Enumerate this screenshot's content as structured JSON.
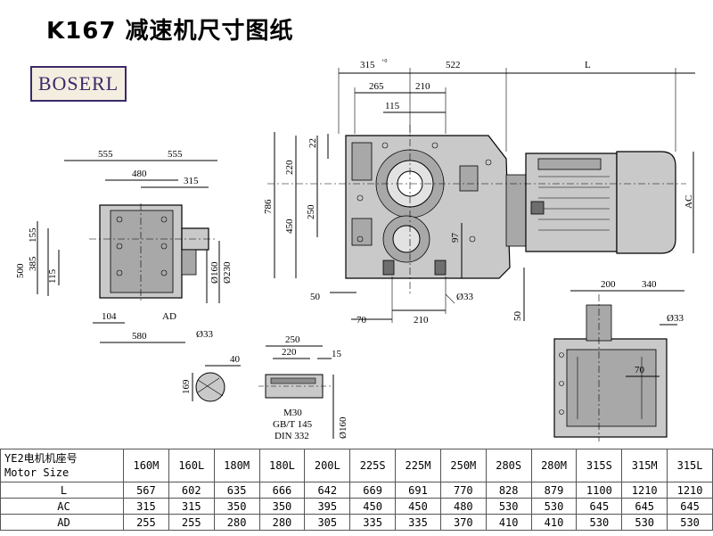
{
  "title": "K167 减速机尺寸图纸",
  "logo": "BOSERL",
  "dims": {
    "top_315": "315",
    "top_315_sup": "+0",
    "top_522": "522",
    "top_L": "L",
    "d265": "265",
    "d210a": "210",
    "d115": "115",
    "d22": "22",
    "d220": "220",
    "d786": "786",
    "d250": "250",
    "d450": "450",
    "d97": "97",
    "dAC": "AC",
    "d50a": "50",
    "d70a": "70",
    "d210b": "210",
    "d33a": "Ø33",
    "d50b": "50",
    "left_555a": "555",
    "left_555b": "555",
    "left_480": "480",
    "left_315": "315",
    "left_155": "155",
    "left_385": "385",
    "left_500": "500",
    "left_115": "115",
    "left_160": "Ø160",
    "left_230": "Ø230",
    "left_104": "104",
    "left_AD": "AD",
    "left_33": "Ø33",
    "left_580": "580",
    "key_40": "40",
    "key_169": "169",
    "shaft_250": "250",
    "shaft_220": "220",
    "shaft_15": "15",
    "shaft_m30": "M30",
    "shaft_gb": "GB/T 145",
    "shaft_din": "DIN 332",
    "shaft_160": "Ø160",
    "right_200": "200",
    "right_340": "340",
    "right_33": "Ø33",
    "right_70": "70"
  },
  "table": {
    "header_label_line1": "YE2电机机座号",
    "header_label_line2": "Motor Size",
    "sizes": [
      "160M",
      "160L",
      "180M",
      "180L",
      "200L",
      "225S",
      "225M",
      "250M",
      "280S",
      "280M",
      "315S",
      "315M",
      "315L"
    ],
    "rows": [
      {
        "label": "L",
        "values": [
          "567",
          "602",
          "635",
          "666",
          "642",
          "669",
          "691",
          "770",
          "828",
          "879",
          "1100",
          "1210",
          "1210"
        ]
      },
      {
        "label": "AC",
        "values": [
          "315",
          "315",
          "350",
          "350",
          "395",
          "450",
          "450",
          "480",
          "530",
          "530",
          "645",
          "645",
          "645"
        ]
      },
      {
        "label": "AD",
        "values": [
          "255",
          "255",
          "280",
          "280",
          "305",
          "335",
          "335",
          "370",
          "410",
          "410",
          "530",
          "530",
          "530"
        ]
      }
    ]
  }
}
